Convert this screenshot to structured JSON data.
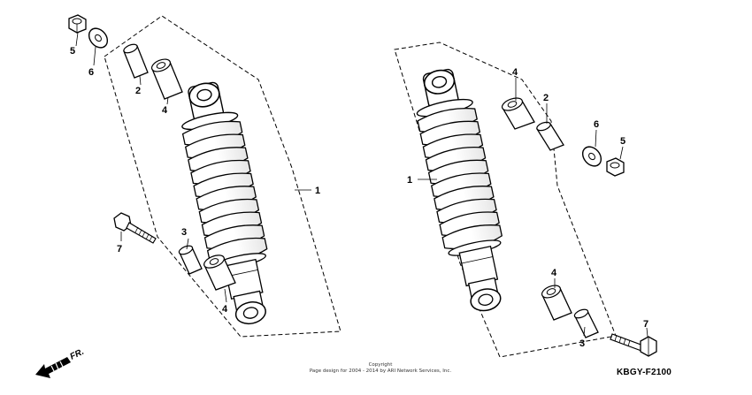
{
  "diagram": {
    "code": "KBGY-F2100",
    "front_label": "FR.",
    "copyright": {
      "line1": "Copyright",
      "line2": "Page design for 2004 - 2014 by ARI Network Services, Inc."
    },
    "left_group": {
      "callouts": [
        "1",
        "2",
        "3",
        "4",
        "4",
        "5",
        "6",
        "7"
      ]
    },
    "right_group": {
      "callouts": [
        "1",
        "2",
        "3",
        "4",
        "4",
        "5",
        "6",
        "7"
      ]
    }
  }
}
